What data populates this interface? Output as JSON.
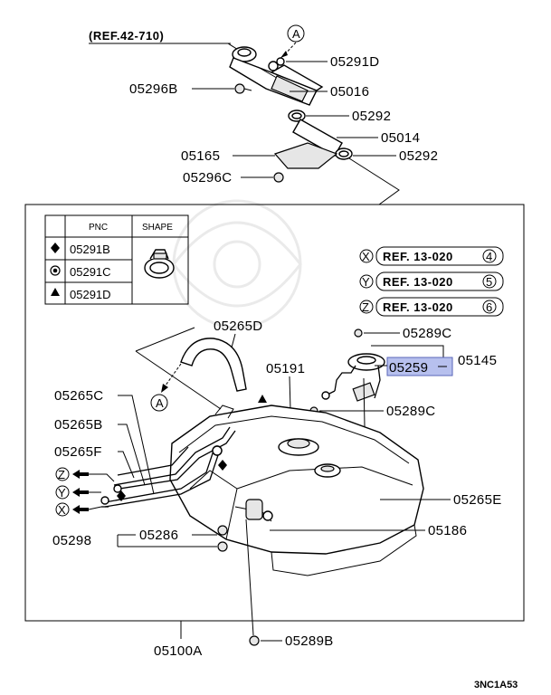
{
  "ref_top": "(REF.42-710)",
  "labels": {
    "p05291D": "05291D",
    "p05296B": "05296B",
    "p05016": "05016",
    "p05292a": "05292",
    "p05014": "05014",
    "p05165": "05165",
    "p05292b": "05292",
    "p05296C": "05296C",
    "p05289C_a": "05289C",
    "p05145": "05145",
    "p05259": "05259",
    "p05265D": "05265D",
    "p05191": "05191",
    "p05265C": "05265C",
    "p05289C_b": "05289C",
    "p05265B": "05265B",
    "p05265F": "05265F",
    "p05265E": "05265E",
    "p05286": "05286",
    "p05186": "05186",
    "p05298": "05298",
    "p05100A": "05100A",
    "p05289B": "05289B"
  },
  "callouts": {
    "a_top": "A",
    "a_left": "A",
    "z": "Z",
    "y": "Y",
    "x": "X"
  },
  "refs": [
    {
      "letter": "X",
      "text": "REF. 13-020",
      "num": "4"
    },
    {
      "letter": "Y",
      "text": "REF. 13-020",
      "num": "5"
    },
    {
      "letter": "Z",
      "text": "REF. 13-020",
      "num": "6"
    }
  ],
  "table": {
    "col_pnc": "PNC",
    "col_shape": "SHAPE",
    "rows": [
      {
        "symbol": "diamond",
        "pnc": "05291B"
      },
      {
        "symbol": "bullseye",
        "pnc": "05291C"
      },
      {
        "symbol": "triangle",
        "pnc": "05291D"
      }
    ]
  },
  "footer_code": "3NC1A53"
}
